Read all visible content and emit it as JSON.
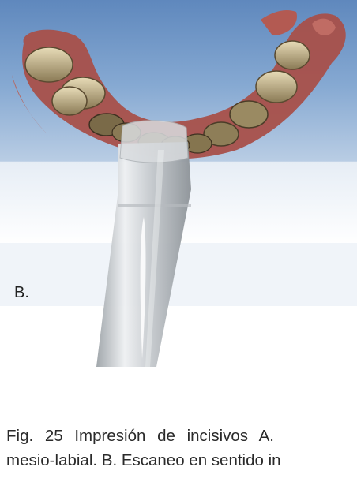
{
  "figure": {
    "panel_label": "B.",
    "image_description_icon": "dental-scan-icon",
    "colors": {
      "background_top": "#7fa5cf",
      "background_bottom": "#e8eef5",
      "gum": "#b85a52",
      "tooth": "#c8b890",
      "scanner": "#cfd3d6"
    }
  },
  "caption": {
    "line1": "Fig. 25 Impresión de incisivos A.",
    "line2": "mesio-labial. B. Escaneo en sentido in"
  }
}
